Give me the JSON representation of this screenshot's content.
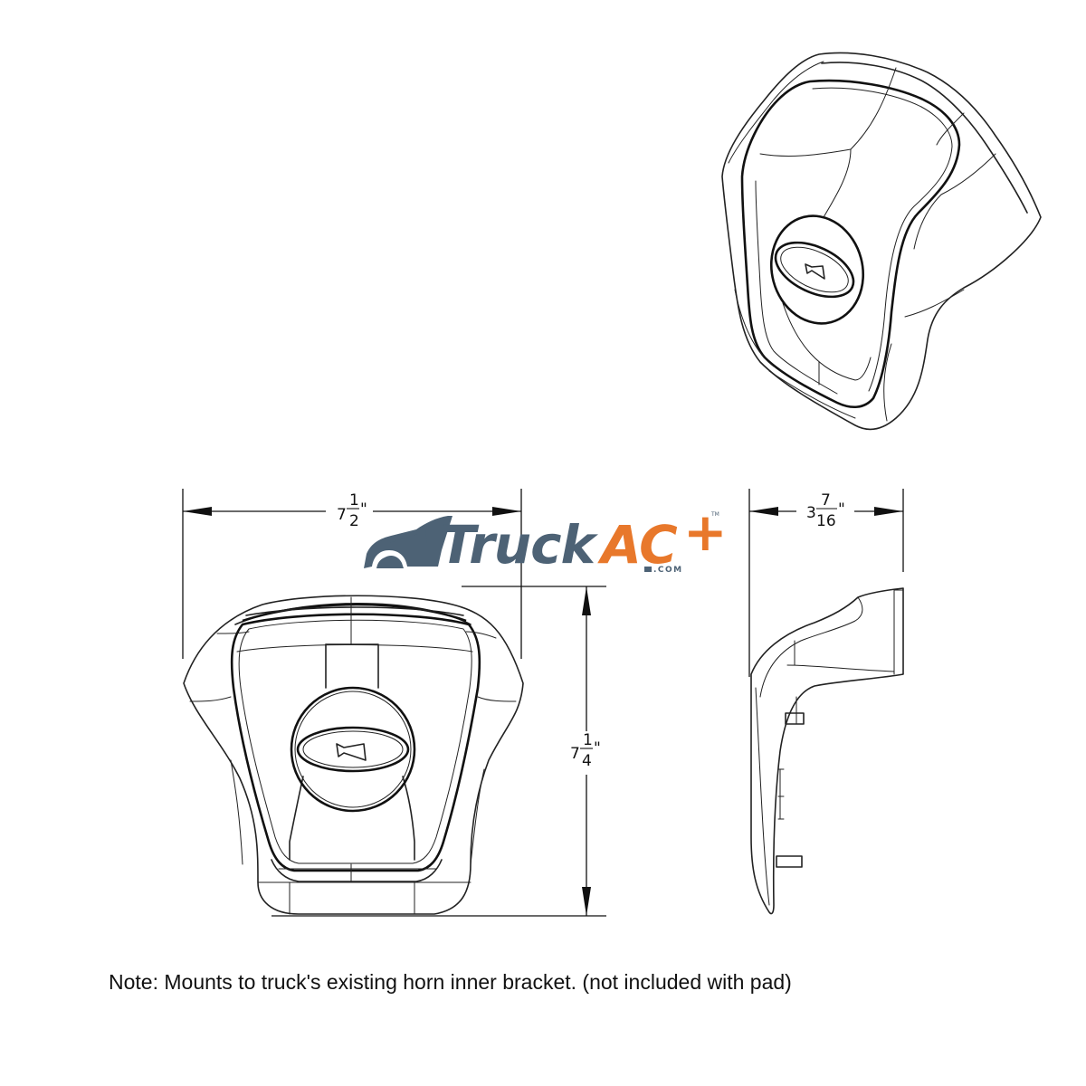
{
  "dimensions": {
    "width": {
      "whole": "7",
      "num": "1",
      "den": "2",
      "unit": "\""
    },
    "height": {
      "whole": "7",
      "num": "1",
      "den": "4",
      "unit": "\""
    },
    "depth": {
      "whole": "3",
      "num": "7",
      "den": "16",
      "unit": "\""
    }
  },
  "logo": {
    "word1": "Truck",
    "word2": "AC",
    "plus": "+",
    "suffix": ".COM",
    "tm": "TM",
    "colors": {
      "primary": "#4d6275",
      "accent": "#e8782b"
    }
  },
  "note": "Note: Mounts to truck's existing horn inner bracket. (not included with pad)",
  "icons": {
    "horn_front": "horn-icon",
    "horn_iso": "horn-icon"
  }
}
